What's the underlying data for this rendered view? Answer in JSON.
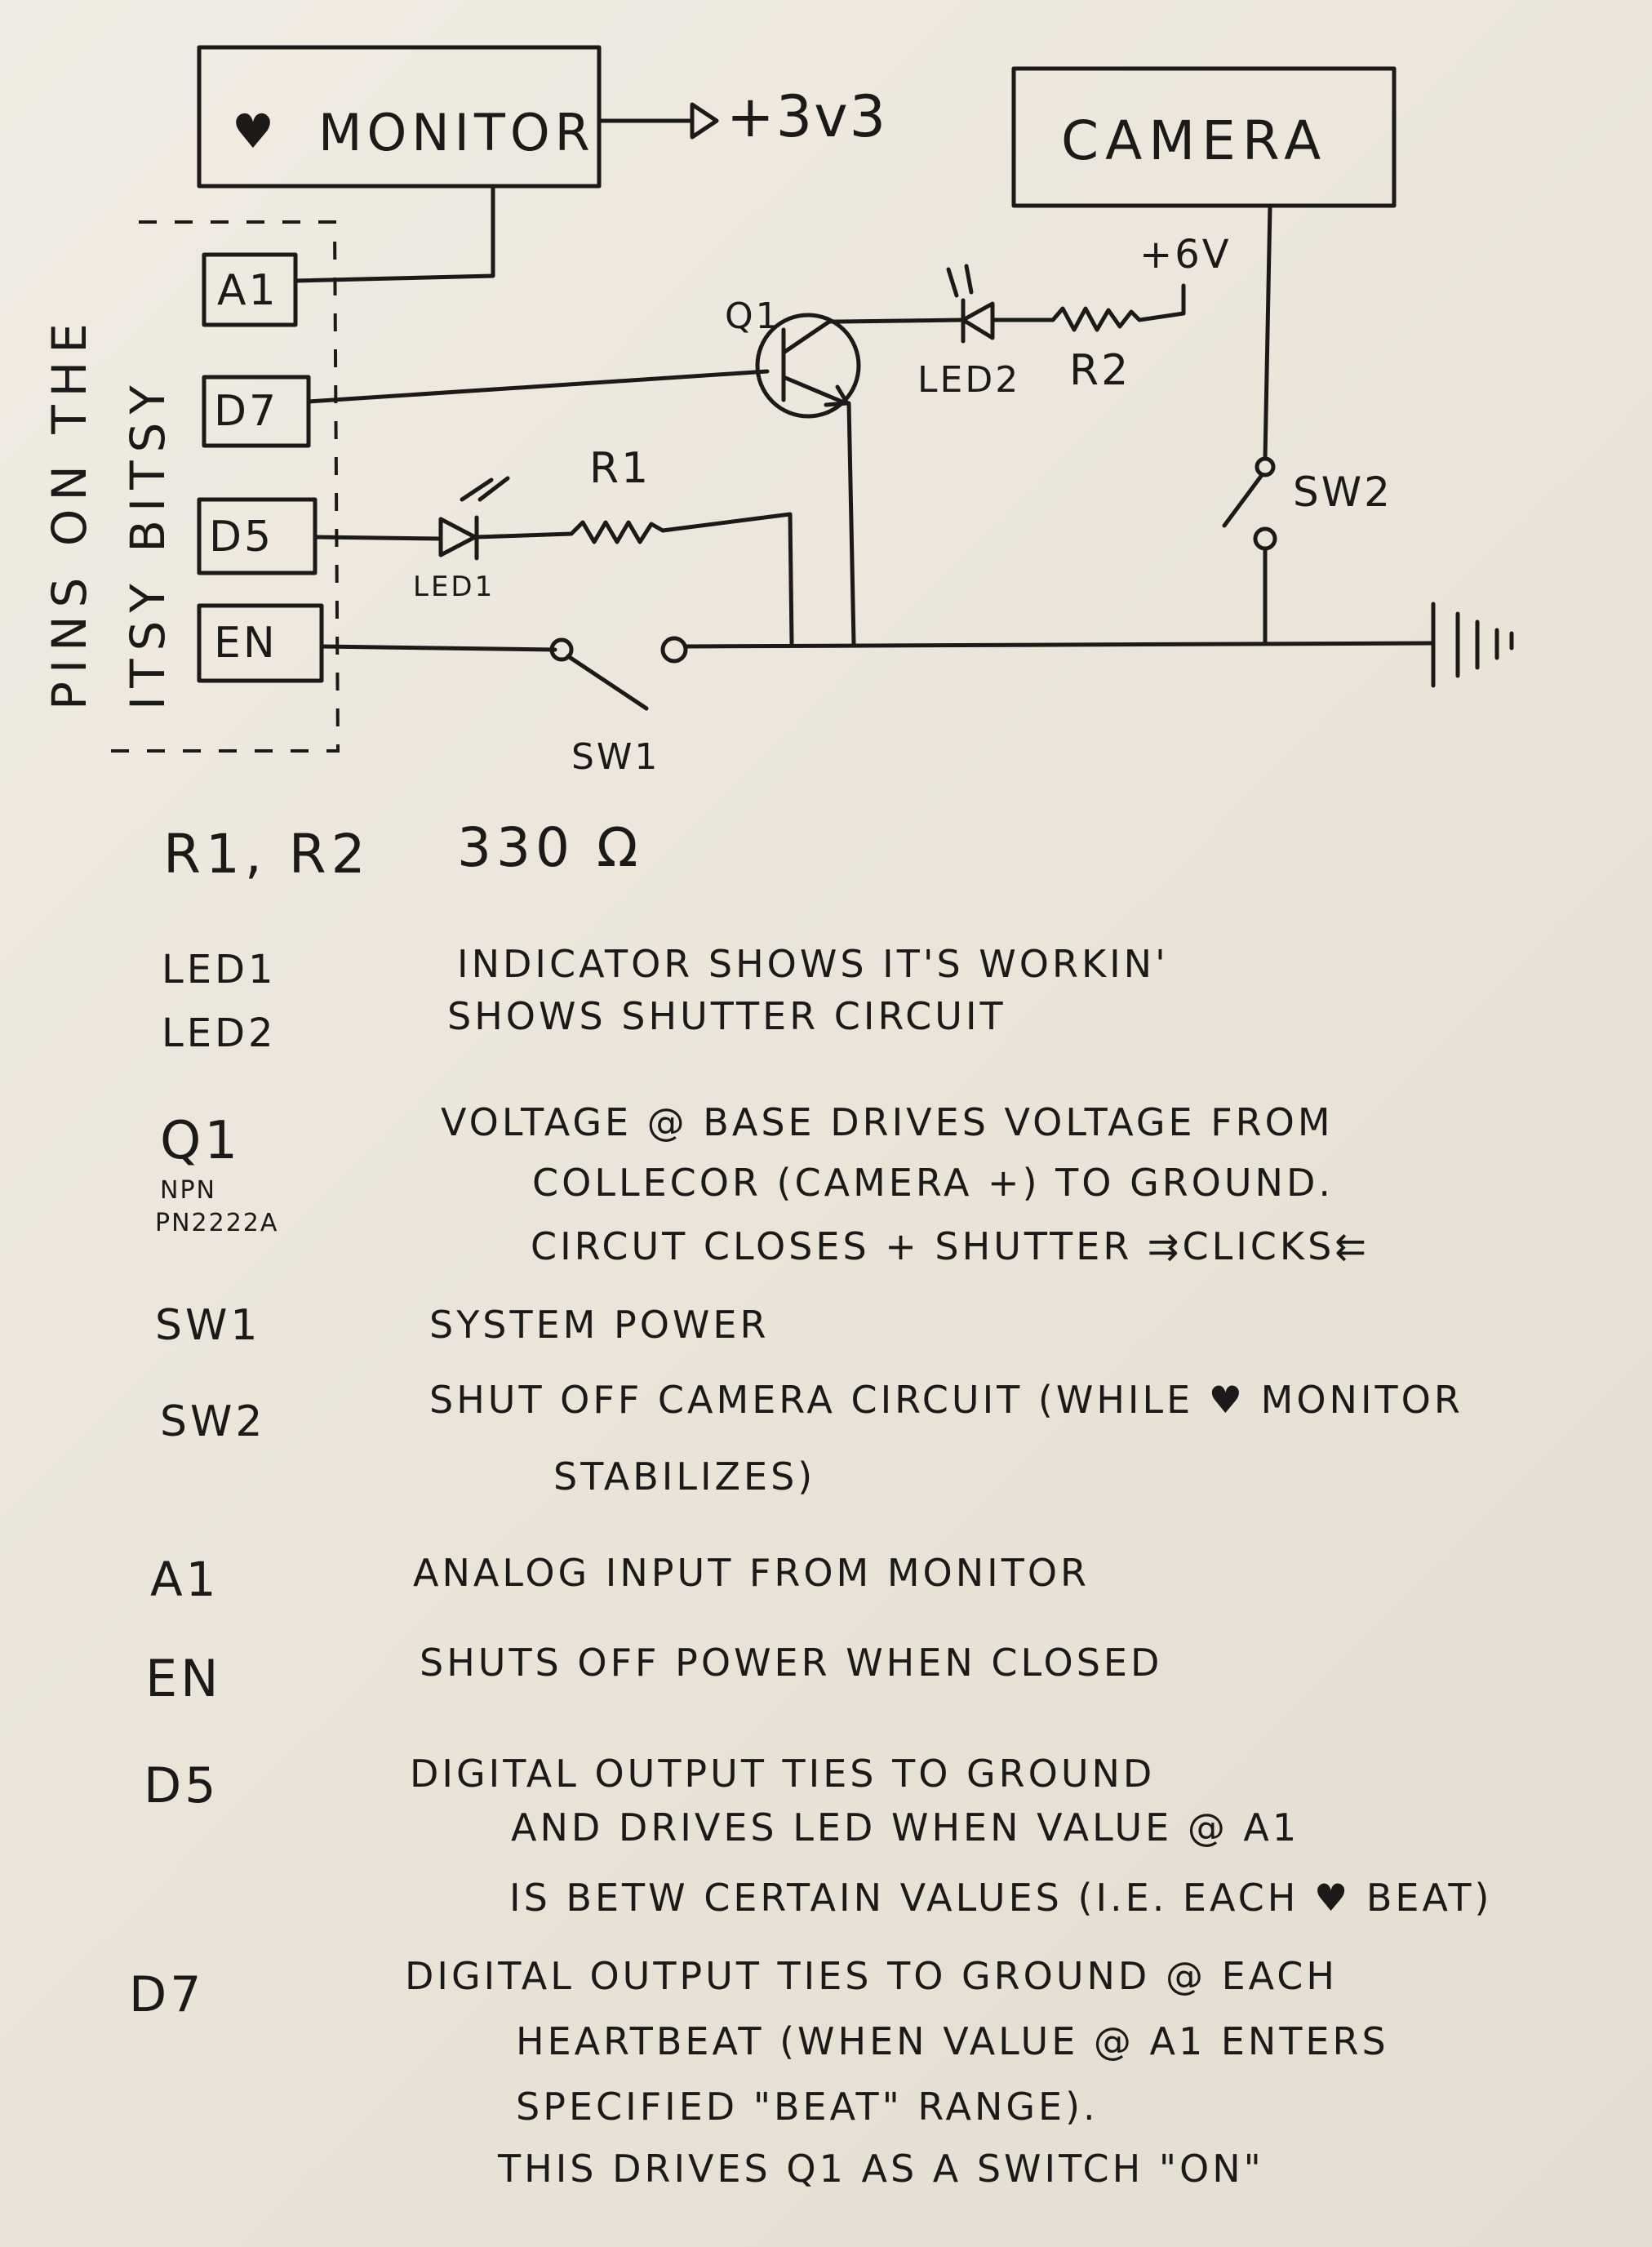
{
  "schematic": {
    "monitor_icon": "heart-icon",
    "monitor": "MONITOR",
    "supply_3v3": "+3v3",
    "camera": "CAMERA",
    "supply_6v": "+6V",
    "pins_label_outer": "PINS ON THE",
    "pins_label_inner": "ITSY BITSY",
    "pins": [
      "A1",
      "D7",
      "D5",
      "EN"
    ],
    "q1": "Q1",
    "led1": "LED1",
    "led2": "LED2",
    "r1": "R1",
    "r2": "R2",
    "sw1": "SW1",
    "sw2": "SW2",
    "resistor_value_parts": "R1, R2",
    "resistor_value": "330 Ω"
  },
  "legend": [
    {
      "part": "LED1",
      "lines": [
        "INDICATOR SHOWS IT'S WORKIN'"
      ]
    },
    {
      "part": "LED2",
      "lines": [
        "SHOWS SHUTTER CIRCUIT"
      ]
    },
    {
      "part": "Q1",
      "sub": [
        "NPN",
        "PN2222A"
      ],
      "lines": [
        "VOLTAGE @ BASE DRIVES VOLTAGE FROM",
        "COLLECOR (CAMERA +) TO GROUND.",
        "CIRCUT CLOSES + SHUTTER ⇉CLICKS⇇"
      ]
    },
    {
      "part": "SW1",
      "lines": [
        "SYSTEM POWER"
      ]
    },
    {
      "part": "SW2",
      "lines": [
        "SHUT OFF CAMERA CIRCUIT (WHILE ♥ MONITOR",
        "STABILIZES)"
      ]
    },
    {
      "part": "A1",
      "lines": [
        "ANALOG INPUT FROM MONITOR"
      ]
    },
    {
      "part": "EN",
      "lines": [
        "SHUTS OFF POWER WHEN CLOSED"
      ]
    },
    {
      "part": "D5",
      "lines": [
        "DIGITAL OUTPUT TIES TO GROUND",
        "AND DRIVES LED WHEN VALUE @ A1",
        "IS BETW CERTAIN VALUES (I.E. EACH ♥ BEAT)"
      ]
    },
    {
      "part": "D7",
      "lines": [
        "DIGITAL OUTPUT TIES TO GROUND @ EACH",
        "HEARTBEAT (WHEN VALUE @ A1 ENTERS",
        "SPECIFIED \"BEAT\" RANGE).",
        "THIS DRIVES Q1 AS A SWITCH \"ON\""
      ]
    }
  ]
}
